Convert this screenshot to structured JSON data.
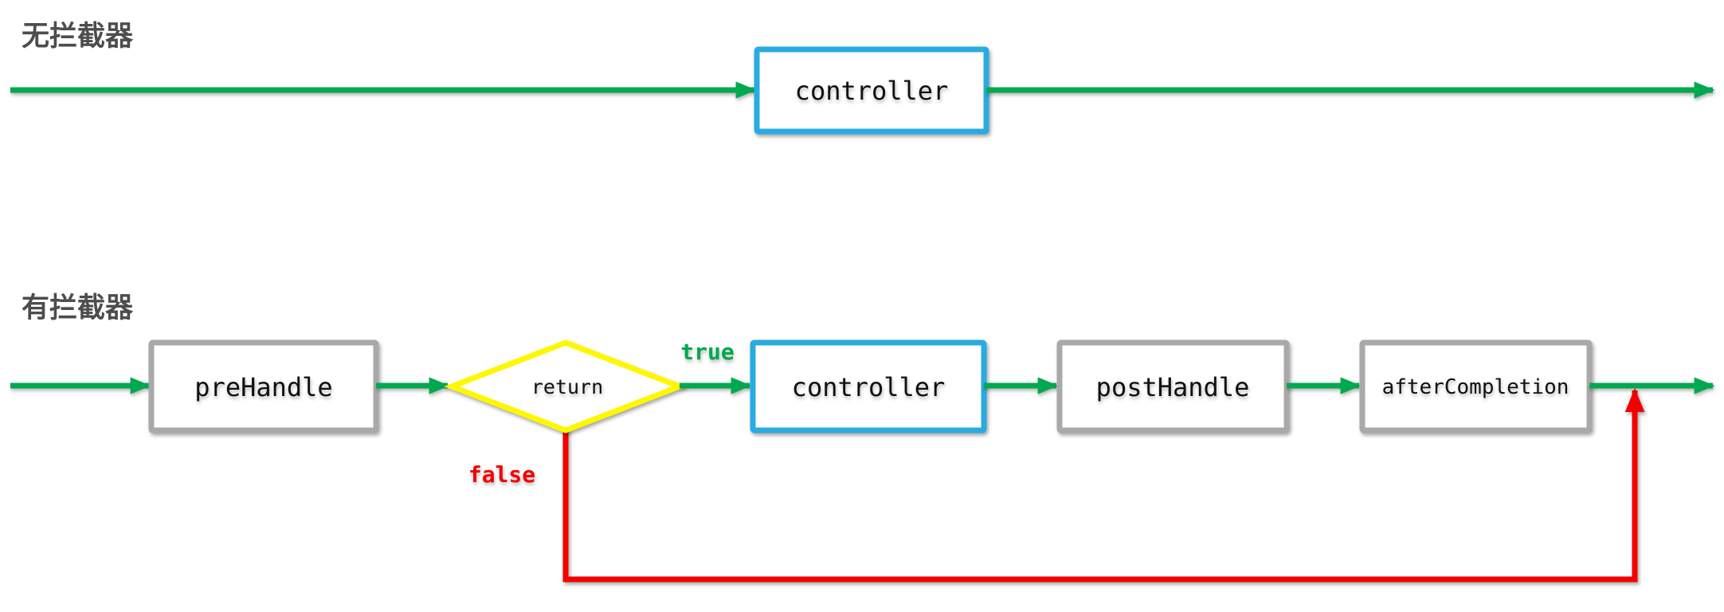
{
  "titles": {
    "no_interceptor": "无拦截器",
    "with_interceptor": "有拦截器"
  },
  "flow_no_interceptor": {
    "controller": "controller"
  },
  "flow_with_interceptor": {
    "pre_handle": "preHandle",
    "decision": "return",
    "branch_true": "true",
    "branch_false": "false",
    "controller": "controller",
    "post_handle": "postHandle",
    "after_completion": "afterCompletion"
  },
  "colors": {
    "flow_green": "#00a94f",
    "branch_red": "#f50000",
    "controller_blue": "#29abe2",
    "interceptor_gray": "#a9a9a9",
    "decision_yellow": "#fdf800",
    "title_gray": "#4d4d4d",
    "box_text": "#111111"
  }
}
